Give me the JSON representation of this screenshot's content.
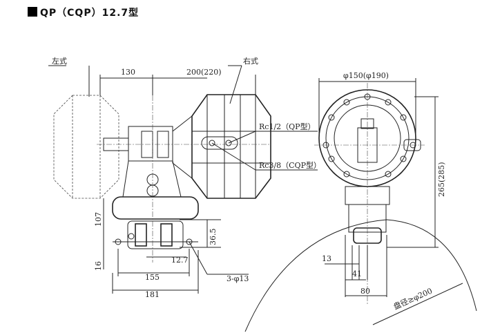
{
  "title": "QP（CQP）12.7型",
  "labels": {
    "left_type": "左式",
    "right_type": "右式",
    "port_qp": "Rc1/2（QP型）",
    "port_cqp": "Rc3/8（CQP型）",
    "disc_diameter": "盘径≥φ200",
    "holes": "3-φ13"
  },
  "dimensions": {
    "d130": "130",
    "d200": "200(220)",
    "d150": "φ150(φ190)",
    "d265": "265(285)",
    "d107": "107",
    "d36_5": "36.5",
    "d16": "16",
    "d12_7": "12.7",
    "d155": "155",
    "d181": "181",
    "d13": "13",
    "d41": "41",
    "d80": "80"
  }
}
